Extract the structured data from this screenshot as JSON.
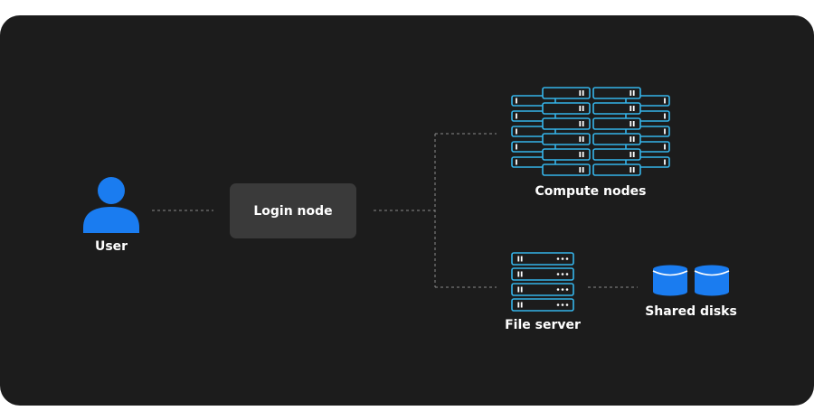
{
  "diagram": {
    "nodes": {
      "user": {
        "label": "User",
        "icon": "person-icon"
      },
      "login": {
        "label": "Login node"
      },
      "compute": {
        "label": "Compute nodes",
        "icon": "server-rack-icon"
      },
      "file_server": {
        "label": "File server",
        "icon": "server-stack-icon"
      },
      "shared_disks": {
        "label": "Shared disks",
        "icon": "database-icon"
      }
    },
    "edges": [
      {
        "from": "User",
        "to": "Login node",
        "style": "dashed"
      },
      {
        "from": "Login node",
        "to": "Compute nodes",
        "style": "dashed"
      },
      {
        "from": "Login node",
        "to": "File server",
        "style": "dashed"
      },
      {
        "from": "File server",
        "to": "Shared disks",
        "style": "dashed"
      }
    ]
  },
  "colors": {
    "background": "#1c1c1c",
    "accent_blue": "#1a7cf0",
    "server_outline": "#35b4ea",
    "login_box": "#3a3a3a",
    "connector": "#8a8a8a",
    "text": "#ffffff"
  }
}
